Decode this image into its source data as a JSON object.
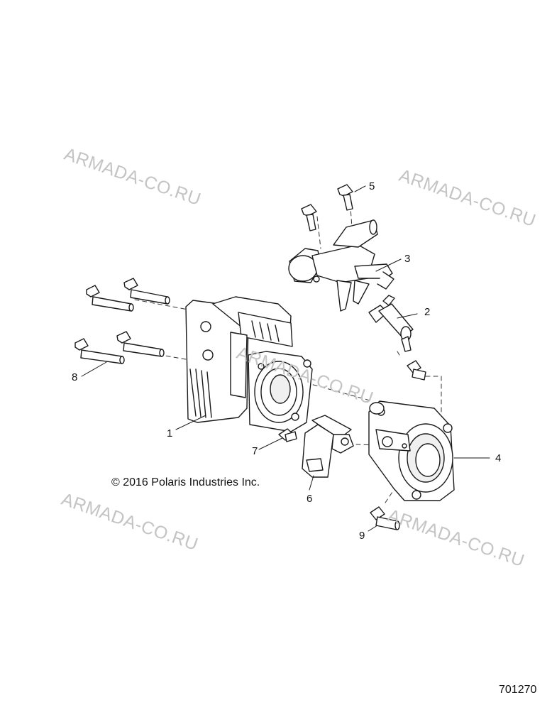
{
  "watermarks": [
    "ARMADA-CO.RU",
    "ARMADA-CO.RU",
    "ARMADA-CO.RU",
    "ARMADA-CO.RU",
    "ARMADA-CO.RU"
  ],
  "callouts": [
    "1",
    "2",
    "3",
    "4",
    "5",
    "6",
    "7",
    "8",
    "9"
  ],
  "copyright": "© 2016 Polaris Industries Inc.",
  "drawing_number": "701270"
}
